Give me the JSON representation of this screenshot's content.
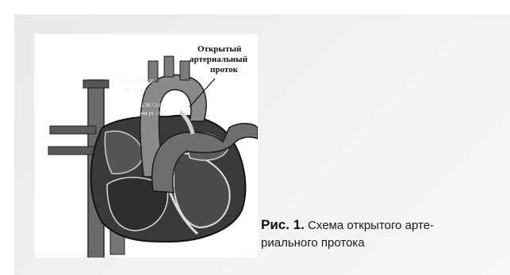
{
  "figure": {
    "labels": {
      "duct_line1": "Открытый",
      "duct_line2": "артериальный",
      "duct_line3": "проток",
      "aorta_pressure": "100-140 / 60-90",
      "aorta_unit": "мм рт. ст.",
      "pulm_pressure": "16-30 / 2-8",
      "pulm_unit": "мм рт. ст."
    }
  },
  "caption": {
    "number": "Рис. 1.",
    "text_line1": "Схема открытого арте-",
    "text_line2": "риального протока"
  }
}
